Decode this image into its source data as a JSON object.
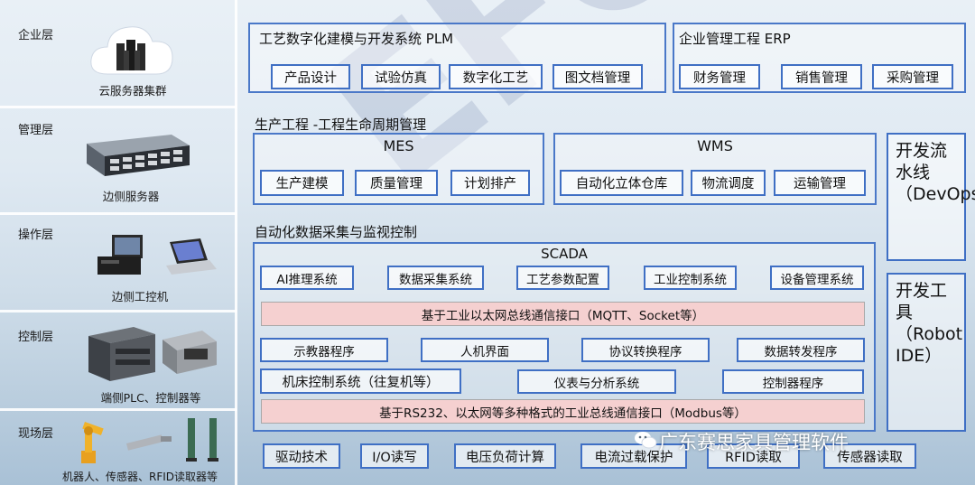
{
  "layers": [
    {
      "label": "企业层",
      "device_caption": "云服务器集群"
    },
    {
      "label": "管理层",
      "device_caption": "边侧服务器"
    },
    {
      "label": "操作层",
      "device_caption": "边侧工控机"
    },
    {
      "label": "控制层",
      "device_caption": "端侧PLC、控制器等"
    },
    {
      "label": "现场层",
      "device_caption": "机器人、传感器、RFID读取器等"
    }
  ],
  "plm": {
    "title": "工艺数字化建模与开发系统    PLM",
    "items": [
      "产品设计",
      "试验仿真",
      "数字化工艺",
      "图文档管理"
    ]
  },
  "erp": {
    "title": "企业管理工程            ERP",
    "items": [
      "财务管理",
      "销售管理",
      "采购管理"
    ]
  },
  "production": {
    "title": "生产工程 -工程生命周期管理"
  },
  "mes": {
    "title": "MES",
    "items": [
      "生产建模",
      "质量管理",
      "计划排产"
    ]
  },
  "wms": {
    "title": "WMS",
    "items": [
      "自动化立体仓库",
      "物流调度",
      "运输管理"
    ]
  },
  "automation": {
    "title": "自动化数据采集与监视控制"
  },
  "scada": {
    "title": "SCADA",
    "row1": [
      "AI推理系统",
      "数据采集系统",
      "工艺参数配置",
      "工业控制系统",
      "设备管理系统"
    ],
    "bus1": "基于工业以太网总线通信接口（MQTT、Socket等）",
    "row2": [
      "示教器程序",
      "人机界面",
      "协议转换程序",
      "数据转发程序"
    ],
    "row3": [
      "机床控制系统（往复机等）",
      "仪表与分析系统",
      "控制器程序"
    ],
    "bus2": "基于RS232、以太网等多种格式的工业总线通信接口（Modbus等）"
  },
  "field_items": [
    "驱动技术",
    "I/O读写",
    "电压负荷计算",
    "电流过载保护",
    "RFID读取",
    "传感器读取"
  ],
  "devops": "开发流水线（DevOps）",
  "devtools": "开发工具（Robot IDE）",
  "watermark": "EFORT",
  "brand": "广东赛思家具管理软件"
}
